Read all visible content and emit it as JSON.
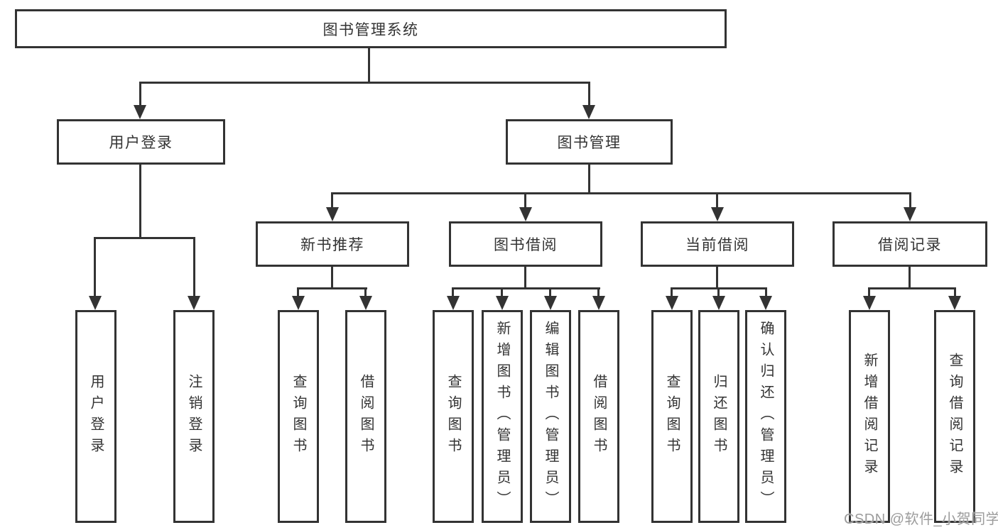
{
  "diagram": {
    "colors": {
      "line": "#333333",
      "border": "#333333",
      "text": "#333333",
      "background": "#ffffff"
    },
    "tree": {
      "root": {
        "label": "图书管理系统"
      },
      "branches": [
        {
          "label": "用户登录",
          "children": [
            {
              "label": "用户登录"
            },
            {
              "label": "注销登录"
            }
          ]
        },
        {
          "label": "图书管理",
          "children": [
            {
              "label": "新书推荐",
              "children": [
                {
                  "label": "查询图书"
                },
                {
                  "label": "借阅图书"
                }
              ]
            },
            {
              "label": "图书借阅",
              "children": [
                {
                  "label": "查询图书"
                },
                {
                  "label": "新增图书（管理员）"
                },
                {
                  "label": "编辑图书（管理员）"
                },
                {
                  "label": "借阅图书"
                }
              ]
            },
            {
              "label": "当前借阅",
              "children": [
                {
                  "label": "查询图书"
                },
                {
                  "label": "归还图书"
                },
                {
                  "label": "确认归还（管理员）"
                }
              ]
            },
            {
              "label": "借阅记录",
              "children": [
                {
                  "label": "新增借阅记录"
                },
                {
                  "label": "查询借阅记录"
                }
              ]
            }
          ]
        }
      ]
    }
  },
  "watermark": {
    "text": "CSDN @软件_小贺同学",
    "color": "#9c9c9c"
  }
}
